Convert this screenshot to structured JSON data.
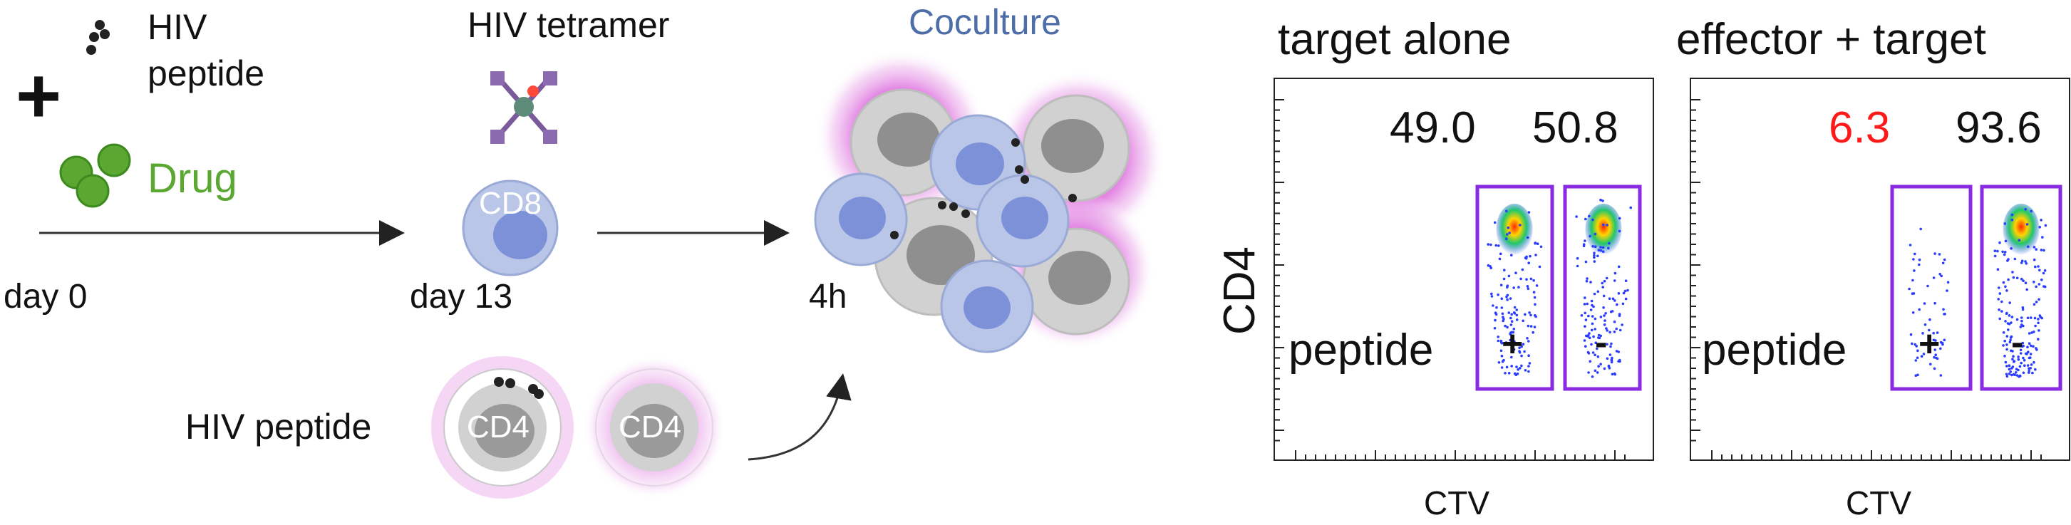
{
  "workflow": {
    "plus_sign": "+",
    "hiv_peptide_line1": "HIV",
    "hiv_peptide_line2": "peptide",
    "drug_label": "Drug",
    "hiv_tetramer_label": "HIV tetramer",
    "coculture_label": "Coculture",
    "cd8_label": "CD8",
    "day0_label": "day 0",
    "day13_label": "day 13",
    "time_4h_label": "4h",
    "hiv_peptide_bottom_label": "HIV peptide",
    "cd4_label": "CD4"
  },
  "colors": {
    "drug_green": "#5aa832",
    "coculture_blue": "#4d6ea8",
    "gate_purple": "#8a2be2",
    "highlight_red": "#ff1a1a",
    "cd8_cell": "#b9c6e8",
    "cd8_nucleus": "#7d91d9",
    "cd4_cell": "#d1d1d1",
    "cd4_nucleus": "#8f8f8f",
    "killing_glow": "#d85ad8"
  },
  "icons": {
    "plus": "plus-icon",
    "peptide": "peptide-dots-icon",
    "drug": "drug-pills-icon",
    "tetramer": "tetramer-icon",
    "arrow": "arrow-icon"
  },
  "flow_panels": {
    "y_axis_label": "CD4",
    "x_axis_label": "CTV",
    "panels": [
      {
        "title": "target alone",
        "left_value": "49.0",
        "right_value": "50.8",
        "left_highlight": false,
        "peptide_label": "peptide",
        "left_gate_sign": "+",
        "right_gate_sign": "-"
      },
      {
        "title": "effector + target",
        "left_value": "6.3",
        "right_value": "93.6",
        "left_highlight": true,
        "peptide_label": "peptide",
        "left_gate_sign": "+",
        "right_gate_sign": "-"
      }
    ]
  }
}
